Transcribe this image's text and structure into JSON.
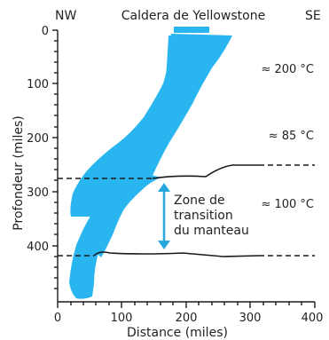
{
  "labels": {
    "nw": "NW",
    "se": "SE",
    "caldera": "Caldera de Yellowstone",
    "temp_top": "≈ 200 °C",
    "temp_mid": "≈ 85 °C",
    "temp_low": "≈ 100 °C",
    "zone_line1": "Zone de",
    "zone_line2": "transition",
    "zone_line3": "du manteau",
    "ylabel": "Profondeur (miles)",
    "xlabel": "Distance (miles)"
  },
  "axes": {
    "x_ticks": [
      "0",
      "100",
      "200",
      "300",
      "400"
    ],
    "y_ticks": [
      "0",
      "100",
      "200",
      "300",
      "400"
    ],
    "x_range": [
      0,
      400
    ],
    "y_range": [
      0,
      500
    ]
  },
  "colors": {
    "plume": "#29b6f0",
    "arrow": "#29a8e0",
    "ink": "#1a1a1a"
  }
}
